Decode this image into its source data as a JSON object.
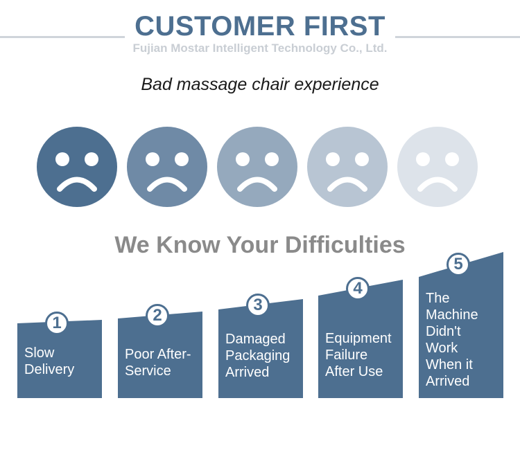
{
  "header": {
    "title": "CUSTOMER FIRST",
    "company": "Fujian Mostar Intelligent Technology Co., Ltd."
  },
  "subtitle": "Bad massage chair experience",
  "faces": [
    {
      "icon": "sad-face-icon",
      "color": "#4d6f90"
    },
    {
      "icon": "sad-face-icon",
      "color": "#6f8aa6"
    },
    {
      "icon": "sad-face-icon",
      "color": "#95a9bd"
    },
    {
      "icon": "sad-face-icon",
      "color": "#b8c5d3"
    },
    {
      "icon": "sad-face-icon",
      "color": "#dde3ea"
    }
  ],
  "section_heading": "We Know Your Difficulties",
  "difficulties": [
    {
      "number": "1",
      "label": "Slow\nDelivery"
    },
    {
      "number": "2",
      "label": "Poor After-\nService"
    },
    {
      "number": "3",
      "label": "Damaged\nPackaging\nArrived"
    },
    {
      "number": "4",
      "label": "Equipment\nFailure\nAfter Use"
    },
    {
      "number": "5",
      "label": "The\nMachine\nDidn't\nWork\nWhen it\nArrived"
    }
  ],
  "colors": {
    "accent": "#4d6f90",
    "heading_gray": "#8a8a8a",
    "company_gray": "#c9ced4"
  }
}
